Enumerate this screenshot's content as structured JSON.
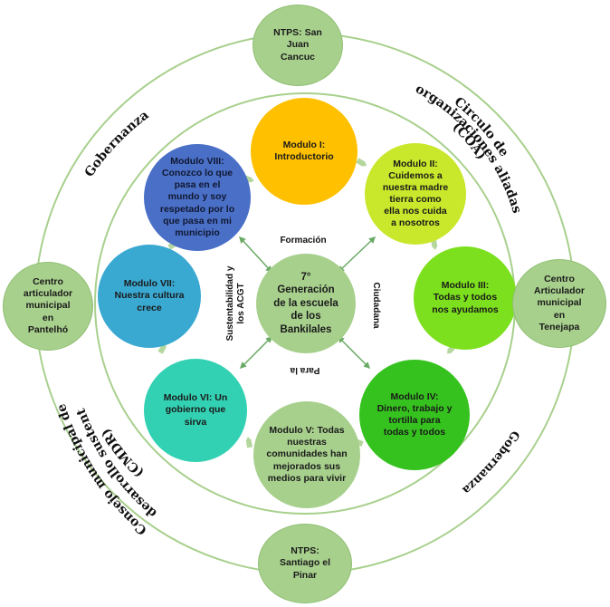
{
  "center": {
    "label": "7°\nGeneración\nde la escuela\nde los\nBankilales",
    "color": "#a8d08d"
  },
  "modules": [
    {
      "label": "Modulo I:\nIntroductorio",
      "color": "#ffc000"
    },
    {
      "label": "Modulo II:\nCuidemos a\nnuestra madre\ntierra como\nella nos cuida\na nosotros",
      "color": "#c9e72b"
    },
    {
      "label": "Modulo III:\nTodas y todos\nnos ayudamos",
      "color": "#7de01e"
    },
    {
      "label": "Modulo IV:\nDinero, trabajo y\ntortilla para\ntodas y todos",
      "color": "#35c21e"
    },
    {
      "label": "Modulo V: Todas\nnuestras\ncomunidades han\nmejorados sus\nmedios para vivir",
      "color": "#a8d08d"
    },
    {
      "label": "Modulo VI: Un\ngobierno que\nsirva",
      "color": "#33d1b3"
    },
    {
      "label": "Modulo VII:\nNuestra cultura\ncrece",
      "color": "#3aa9d2"
    },
    {
      "label": "Modulo VIII:\nConozco  lo que\npasa en el\nmundo y soy\nrespetado por lo\nque pasa en mi\nmunicipio",
      "color": "#4a6fc7"
    }
  ],
  "outer_nodes": {
    "top": "NTPS: San\nJuan\nCancuc",
    "right": "Centro\nArticulador\nmunicipal\nen\nTenejapa",
    "bottom": "NTPS:\nSantiago el\nPinar",
    "left": "Centro\narticulador\nmunicipal\nen\nPantelhó",
    "color": "#a8d08d"
  },
  "inner_labels": {
    "top": "Formación",
    "right": "Ciudadana",
    "bottom": "Para la",
    "left": "Sustentabilidad y\nlos ACGT"
  },
  "ring_labels": {
    "top_left": "Gobernanza",
    "top_right_1": "Circulo de",
    "top_right_2": "organizaciones aliadas",
    "top_right_3": "(COA)",
    "bottom_right": "Gobernanza",
    "bottom_left_1": "Consejo municipal de",
    "bottom_left_2": "desarrollo sustentable",
    "bottom_left_3": "(CMDR)"
  },
  "colors": {
    "ring": "#a8d08d",
    "arrow": "#6aaa64"
  }
}
